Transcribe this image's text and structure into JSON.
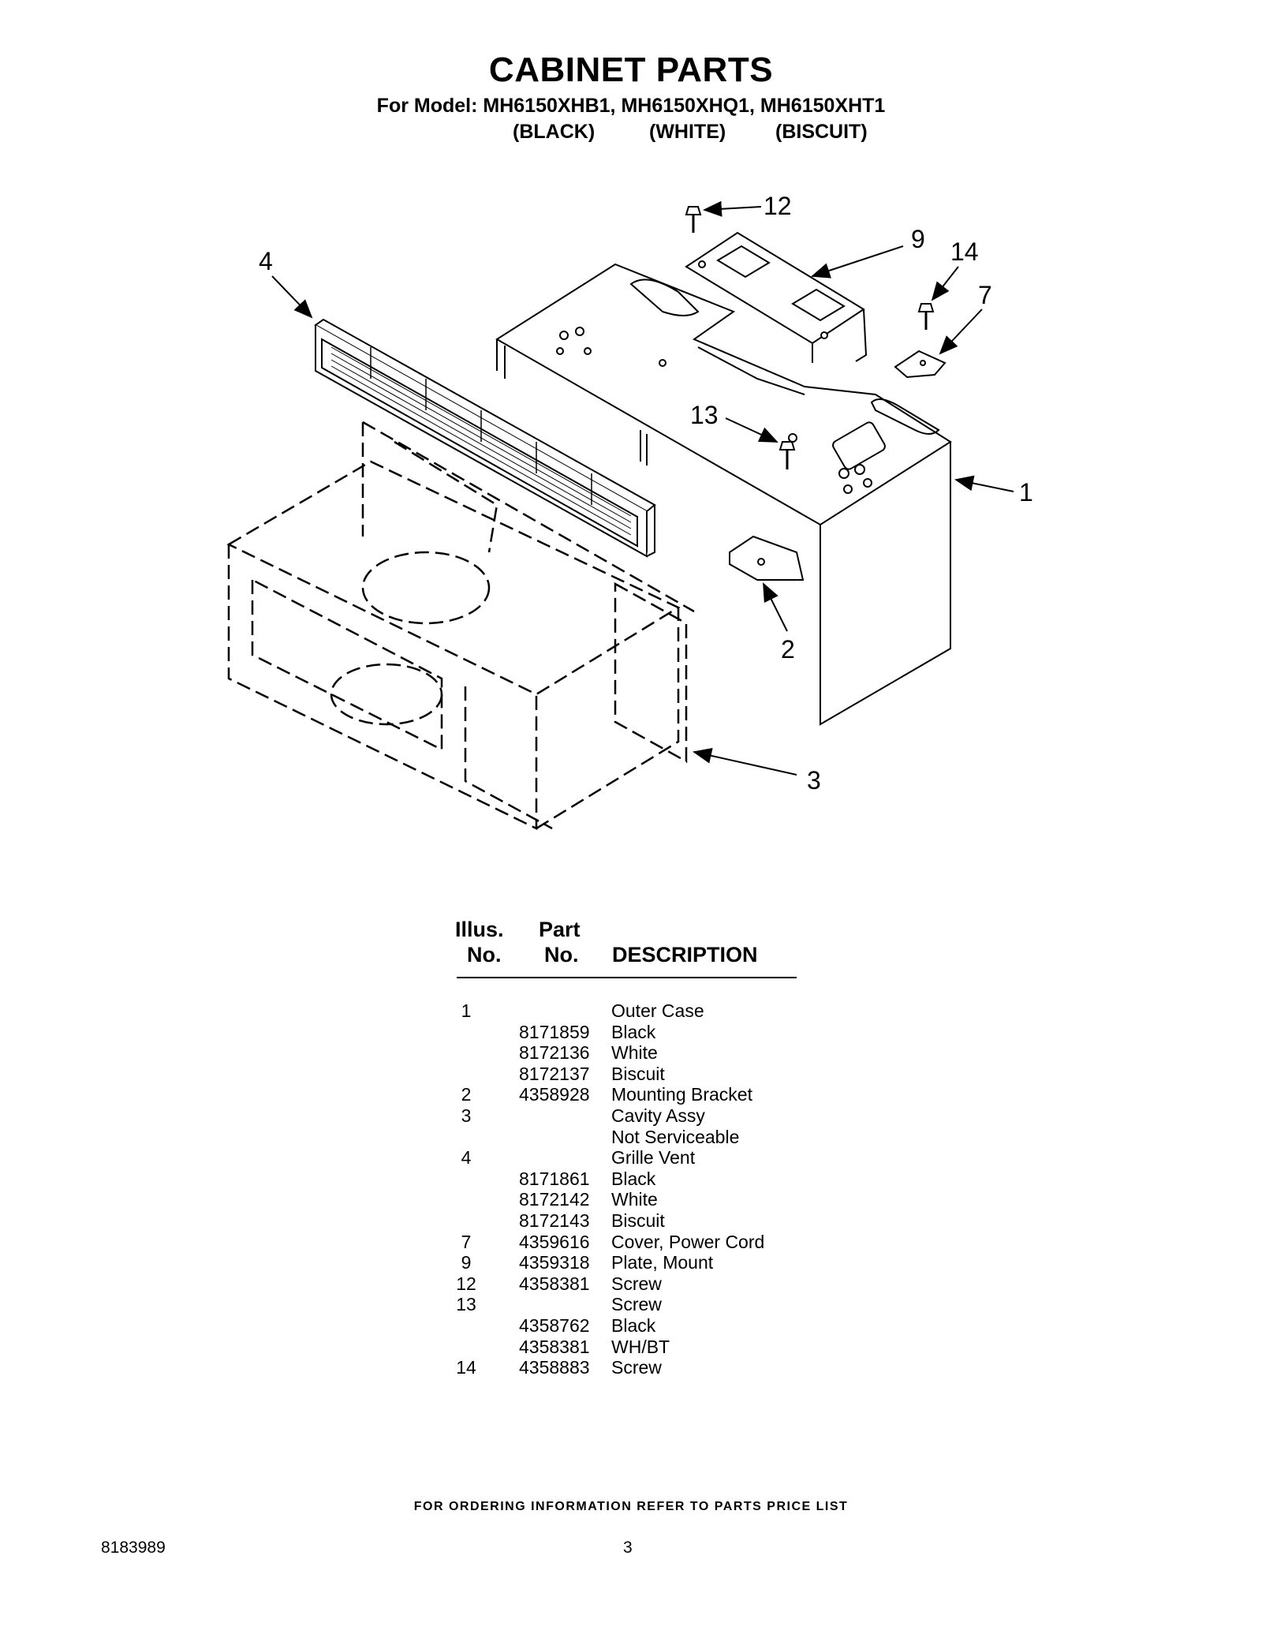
{
  "header": {
    "title": "CABINET PARTS",
    "models": "For Model: MH6150XHB1, MH6150XHQ1, MH6150XHT1",
    "colors": [
      "(BLACK)",
      "(WHITE)",
      "(BISCUIT)"
    ]
  },
  "diagram": {
    "callouts": [
      "12",
      "9",
      "14",
      "7",
      "4",
      "13",
      "1",
      "2",
      "3"
    ]
  },
  "table": {
    "headers": {
      "illus_top": "Illus.",
      "illus_bottom": "No.",
      "part_top": "Part",
      "part_bottom": "No.",
      "description": "DESCRIPTION"
    },
    "rows": [
      {
        "no": "1",
        "part": "",
        "desc": "Outer Case"
      },
      {
        "no": "",
        "part": "8171859",
        "desc": "Black"
      },
      {
        "no": "",
        "part": "8172136",
        "desc": "White"
      },
      {
        "no": "",
        "part": "8172137",
        "desc": "Biscuit"
      },
      {
        "no": "2",
        "part": "4358928",
        "desc": "Mounting Bracket"
      },
      {
        "no": "3",
        "part": "",
        "desc": "Cavity Assy"
      },
      {
        "no": "",
        "part": "",
        "desc": "Not Serviceable"
      },
      {
        "no": "4",
        "part": "",
        "desc": "Grille Vent"
      },
      {
        "no": "",
        "part": "8171861",
        "desc": "Black"
      },
      {
        "no": "",
        "part": "8172142",
        "desc": "White"
      },
      {
        "no": "",
        "part": "8172143",
        "desc": "Biscuit"
      },
      {
        "no": "7",
        "part": "4359616",
        "desc": "Cover, Power Cord"
      },
      {
        "no": "9",
        "part": "4359318",
        "desc": "Plate, Mount"
      },
      {
        "no": "12",
        "part": "4358381",
        "desc": "Screw"
      },
      {
        "no": "13",
        "part": "",
        "desc": "Screw"
      },
      {
        "no": "",
        "part": "4358762",
        "desc": "Black"
      },
      {
        "no": "",
        "part": "4358381",
        "desc": "WH/BT"
      },
      {
        "no": "14",
        "part": "4358883",
        "desc": "Screw"
      }
    ]
  },
  "footer": {
    "note": "FOR ORDERING INFORMATION REFER TO PARTS PRICE LIST",
    "doc_number": "8183989",
    "page_number": "3"
  }
}
